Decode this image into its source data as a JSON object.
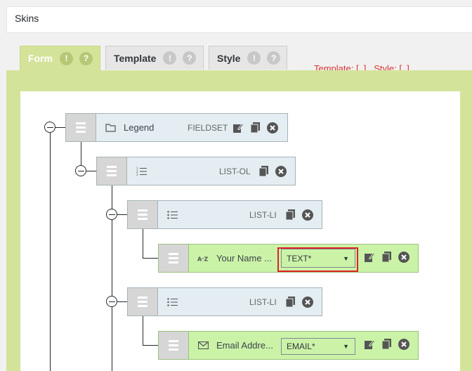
{
  "panel": {
    "title": "Skins"
  },
  "tabs": [
    {
      "label": "Form",
      "btn1": "!",
      "btn2": "?"
    },
    {
      "label": "Template",
      "btn1": "!",
      "btn2": "?"
    },
    {
      "label": "Style",
      "btn1": "!",
      "btn2": "?"
    }
  ],
  "status": {
    "template": "Template: [  ]",
    "style": "Style: [  ]"
  },
  "tree": {
    "fieldset": {
      "label": "Legend",
      "type": "FIELDSET",
      "icon": "folder-icon"
    },
    "list_ol": {
      "label": "",
      "type": "LIST-OL",
      "icon": "ordered-list-icon"
    },
    "list_li_1": {
      "label": "",
      "type": "LIST-LI",
      "icon": "unordered-list-icon"
    },
    "field_name": {
      "label": "Your Name ...",
      "icon": "text-az-icon",
      "select_value": "TEXT*"
    },
    "list_li_2": {
      "label": "",
      "type": "LIST-LI",
      "icon": "unordered-list-icon"
    },
    "field_email": {
      "label": "Email Addre...",
      "icon": "envelope-icon",
      "select_value": "EMAIL*"
    }
  },
  "colors": {
    "accent_green": "#d4e39a",
    "node_blue": "#e3edf2",
    "node_green": "#cbf3a8",
    "status_red": "#dc3232",
    "focus_red": "#dd2222"
  }
}
